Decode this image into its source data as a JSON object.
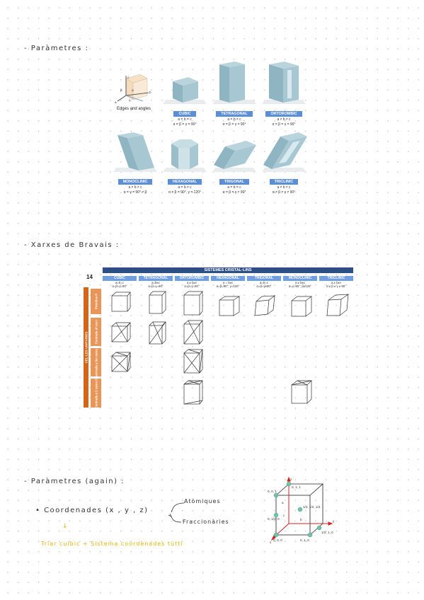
{
  "headings": {
    "parametres": "- Paràmetres :",
    "xarxes": "- Xarxes de Bravais :",
    "parametres_again": "- Paràmetres (again) :"
  },
  "coordinates_note": {
    "label": "• Coordenades (x , y , z)",
    "branch_1": "Atòmiques",
    "branch_2": "Fraccionàries",
    "arrow": "↓",
    "tip": "Triar cuibic + Sistema coordenades tutti"
  },
  "crystal_systems": {
    "edges_label": "Edges and angles",
    "axis_labels": {
      "c": "c",
      "b": "b",
      "a": "a",
      "alpha": "α",
      "beta": "β",
      "gamma": "γ"
    },
    "items": [
      {
        "name": "CUBIC",
        "edges": "a = b = c",
        "angles": "α = β = γ = 90°"
      },
      {
        "name": "TETRAGONAL",
        "edges": "a = b ≠ c",
        "angles": "α = β = γ = 90°"
      },
      {
        "name": "ORTOROMBIC",
        "edges": "a ≠ b ≠ c",
        "angles": "α = β = γ = 90°"
      },
      {
        "name": "MONOCLINIC",
        "edges": "a ≠ b ≠ c",
        "angles": "α = γ = 90° ≠ β"
      },
      {
        "name": "HEXAGONAL",
        "edges": "a = b ≠ c",
        "angles": "α = β = 90°, γ = 120°"
      },
      {
        "name": "TRIGONAL",
        "edges": "a = b = c",
        "angles": "α = β = γ ≠ 90°"
      },
      {
        "name": "TRICLINIC",
        "edges": "a ≠ b ≠ c",
        "angles": "α ≠ β ≠ γ ≠ 90°"
      }
    ]
  },
  "bravais": {
    "number": "14",
    "title": "SISTEMES CRISTAL·LINS",
    "side_label": "CEL·LES UNITÀRIES",
    "columns": [
      {
        "name": "CÚBIC",
        "p1": "a=b=c",
        "p2": "α=β=γ=90°"
      },
      {
        "name": "TETRAGONAL",
        "p1": "a=b≠c",
        "p2": "α=β=γ=90°"
      },
      {
        "name": "ORTORÒMBIC",
        "p1": "a ≠ b≠c",
        "p2": "α=β=γ=90°"
      },
      {
        "name": "HEXAGONAL",
        "p1": "a = b≠c",
        "p2": "α=β=90°; γ=120°"
      },
      {
        "name": "TRIGONAL",
        "p1": "a=b=c",
        "p2": "α=β=γ≠90°"
      },
      {
        "name": "MONOCLÍNIC",
        "p1": "a ≠ b≠c",
        "p2": "α=γ=90°; β≠120°"
      },
      {
        "name": "TRICLÍNIC",
        "p1": "a ≠ b≠c",
        "p2": "α ≠ β ≠ γ ≠ 90°"
      }
    ],
    "rows": [
      "Primitiva P",
      "Centrada al cos I",
      "Centrada a les cares F",
      "Centrada a 2 cares C"
    ]
  },
  "coordinates_figure": {
    "z": "z",
    "y": "y",
    "x": "x",
    "origin": "0, 0, 0",
    "top_front_left": "0, 0, 1",
    "top_back": "0, 1, 1",
    "mid_left": "0, 1/2, 0",
    "bottom_right": "0, 1, 0",
    "front_right": "1/2, 1, 0",
    "center": "1/2, 1/2, 1/2",
    "edge_a": "a",
    "edge_b": "b",
    "edge_c": "c"
  }
}
